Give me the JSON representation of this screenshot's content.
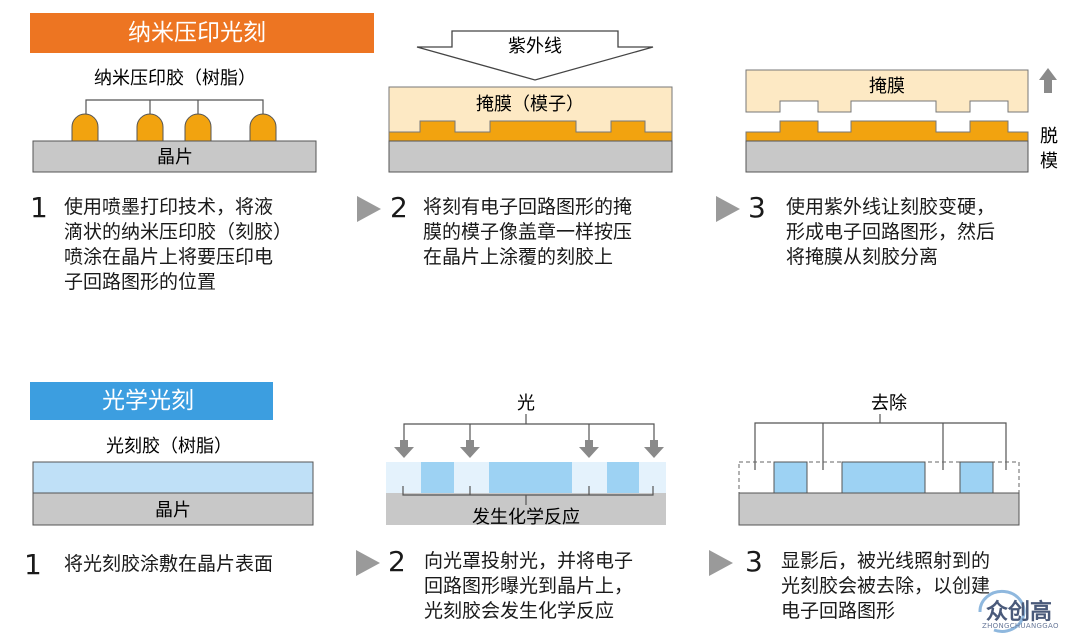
{
  "nano": {
    "header": "纳米压印光刻",
    "panel1": {
      "resin_label": "纳米压印胶（树脂）",
      "wafer_label": "晶片"
    },
    "panel2": {
      "uv_label": "紫外线",
      "mask_label": "掩膜（模子）"
    },
    "panel3": {
      "mask_label": "掩膜",
      "detach_label_1": "脱",
      "detach_label_2": "模"
    },
    "steps": [
      {
        "num": "1",
        "text": "使用喷墨打印技术，将液\n滴状的纳米压印胶（刻胶）\n喷涂在晶片上将要压印电\n子回路图形的位置"
      },
      {
        "num": "2",
        "text": "将刻有电子回路图形的掩\n膜的模子像盖章一样按压\n在晶片上涂覆的刻胶上"
      },
      {
        "num": "3",
        "text": "使用紫外线让刻胶变硬，\n形成电子回路图形，然后\n将掩膜从刻胶分离"
      }
    ]
  },
  "photo": {
    "header": "光学光刻",
    "panel1": {
      "resist_label": "光刻胶（树脂）",
      "wafer_label": "晶片"
    },
    "panel2": {
      "light_label": "光",
      "reaction_label": "发生化学反应"
    },
    "panel3": {
      "remove_label": "去除"
    },
    "steps": [
      {
        "num": "1",
        "text": "将光刻胶涂敷在晶片表面"
      },
      {
        "num": "2",
        "text": "向光罩投射光，并将电子\n回路图形曝光到晶片上，\n光刻胶会发生化学反应"
      },
      {
        "num": "3",
        "text": "显影后，被光线照射到的\n光刻胶会被去除，以创建\n电子回路图形"
      }
    ]
  },
  "watermark": {
    "text": "众创高",
    "subtext": "ZHONGCHUANGGAO"
  },
  "colors": {
    "orange": "#ed7522",
    "blue": "#3c9ee0",
    "resin": "#f2a30f",
    "mask": "#fde9c4",
    "wafer": "#c8c8c8",
    "resist_blue": "#bfe0f7",
    "exposed_blue": "#9dd2f3"
  }
}
